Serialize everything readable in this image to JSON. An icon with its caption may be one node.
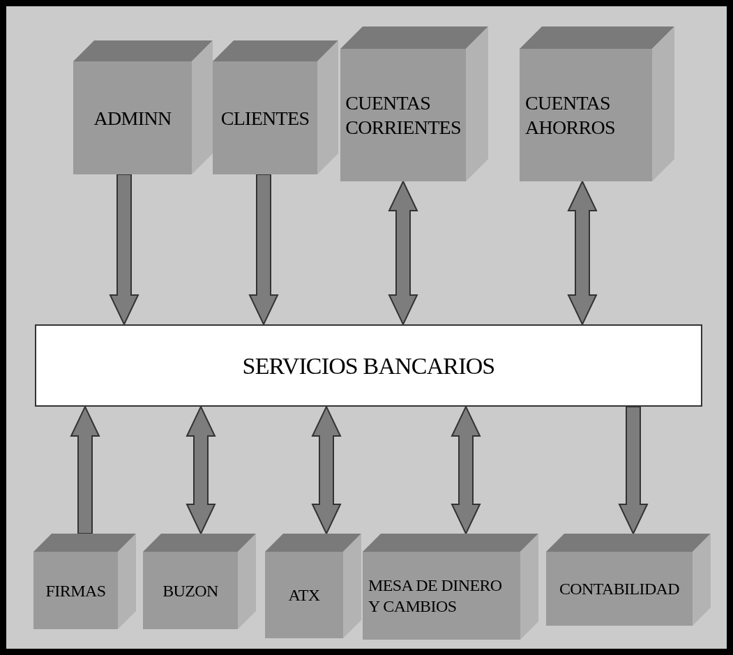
{
  "diagram": {
    "nodes": [
      {
        "text": [
          "ADMINN"
        ]
      },
      {
        "text": [
          "CLIENTES"
        ]
      },
      {
        "text": [
          "CUENTAS CORRIENTES"
        ]
      },
      {
        "text": [
          "CUENTAS AHORROS"
        ]
      },
      {
        "text": [
          "SERVICIOS BANCARIOS"
        ]
      },
      {
        "text": [
          "FIRMAS"
        ]
      },
      {
        "text": [
          "BUZON"
        ]
      },
      {
        "text": [
          "ATX"
        ]
      },
      {
        "text": [
          "MESA DE DINERO Y CAMBIOS"
        ]
      },
      {
        "text": [
          "CONTABILIDAD"
        ]
      }
    ],
    "edges": [
      {
        "from": 0,
        "to": 4,
        "arrow": "to"
      },
      {
        "from": 1,
        "to": 4,
        "arrow": "to"
      },
      {
        "from": 2,
        "to": 4,
        "arrow": "both"
      },
      {
        "from": 3,
        "to": 4,
        "arrow": "both"
      },
      {
        "from": 5,
        "to": 4,
        "arrow": "to"
      },
      {
        "from": 6,
        "to": 4,
        "arrow": "both"
      },
      {
        "from": 7,
        "to": 4,
        "arrow": "both"
      },
      {
        "from": 8,
        "to": 4,
        "arrow": "both"
      },
      {
        "from": 4,
        "to": 9,
        "arrow": "to"
      }
    ]
  }
}
